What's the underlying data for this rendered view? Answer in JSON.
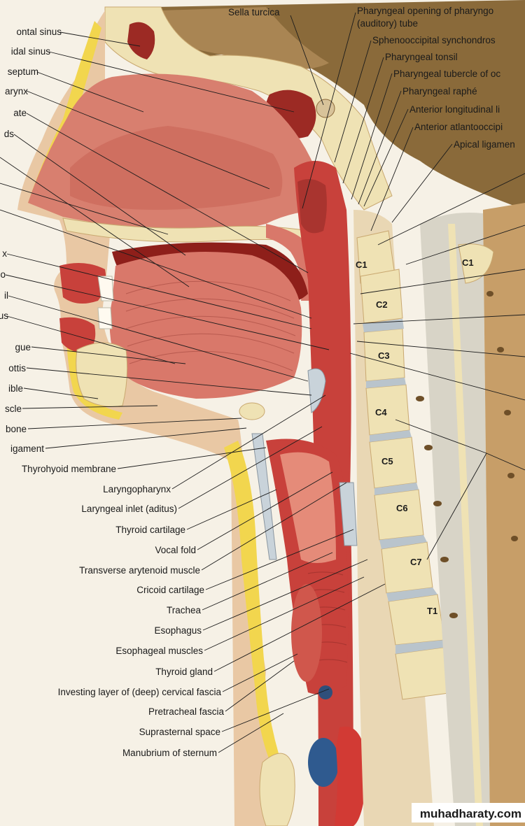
{
  "labels": {
    "sella_turcica": "Sella turcica",
    "pharyngeal_opening_1": "Pharyngeal opening of pharyngo",
    "pharyngeal_opening_2": "(auditory) tube",
    "sphenooccipital": "Sphenooccipital synchondros",
    "pharyngeal_tonsil": "Pharyngeal tonsil",
    "pharyngeal_tubercle": "Pharyngeal tubercle of oc",
    "pharyngeal_raphe": "Pharyngeal raphé",
    "anterior_longitudinal": "Anterior longitudinal li",
    "anterior_atlantooccipital": "Anterior atlantooccipi",
    "apical_ligament": "Apical ligamen",
    "frontal_sinus": "ontal sinus",
    "sphenoidal_sinus": "idal sinus",
    "nasal_septum": "septum",
    "nasopharynx": "arynx",
    "palate": "ate",
    "folds": "ds",
    "left_x": "x",
    "left_o": "o",
    "left_il": "il",
    "left_us": "us",
    "tongue": "gue",
    "epiglottis": "ottis",
    "mandible": "ible",
    "muscle": "scle",
    "hyoid_bone": "bone",
    "ligament": "igament",
    "thyrohyoid_membrane": "Thyrohyoid membrane",
    "laryngopharynx": "Laryngopharynx",
    "laryngeal_inlet": "Laryngeal inlet (aditus)",
    "thyroid_cartilage": "Thyroid cartilage",
    "vocal_fold": "Vocal fold",
    "transverse_arytenoid": "Transverse arytenoid muscle",
    "cricoid_cartilage": "Cricoid cartilage",
    "trachea": "Trachea",
    "esophagus": "Esophagus",
    "esophageal_muscles": "Esophageal muscles",
    "thyroid_gland": "Thyroid gland",
    "investing_layer": "Investing layer of (deep) cervical fascia",
    "pretracheal_fascia": "Pretracheal fascia",
    "suprasternal_space": "Suprasternal space",
    "manubrium": "Manubrium of sternum"
  },
  "vertebrae": {
    "c1_front": "C1",
    "c1_back": "C1",
    "c2": "C2",
    "c3": "C3",
    "c4": "C4",
    "c5": "C5",
    "c6": "C6",
    "c7": "C7",
    "t1": "T1"
  },
  "watermark": "muhadharaty.com",
  "colors": {
    "background": "#f6f1e6",
    "skin": "#e9c8a4",
    "fat": "#f2d64e",
    "muscle": "#d9786a",
    "mucosa": "#c8413b",
    "cavity": "#8e1f1a",
    "bone": "#efe2b4",
    "disc": "#b9c4cc",
    "brain": "#7a5a32",
    "vein": "#2f5a8f",
    "artery": "#d23a34"
  }
}
